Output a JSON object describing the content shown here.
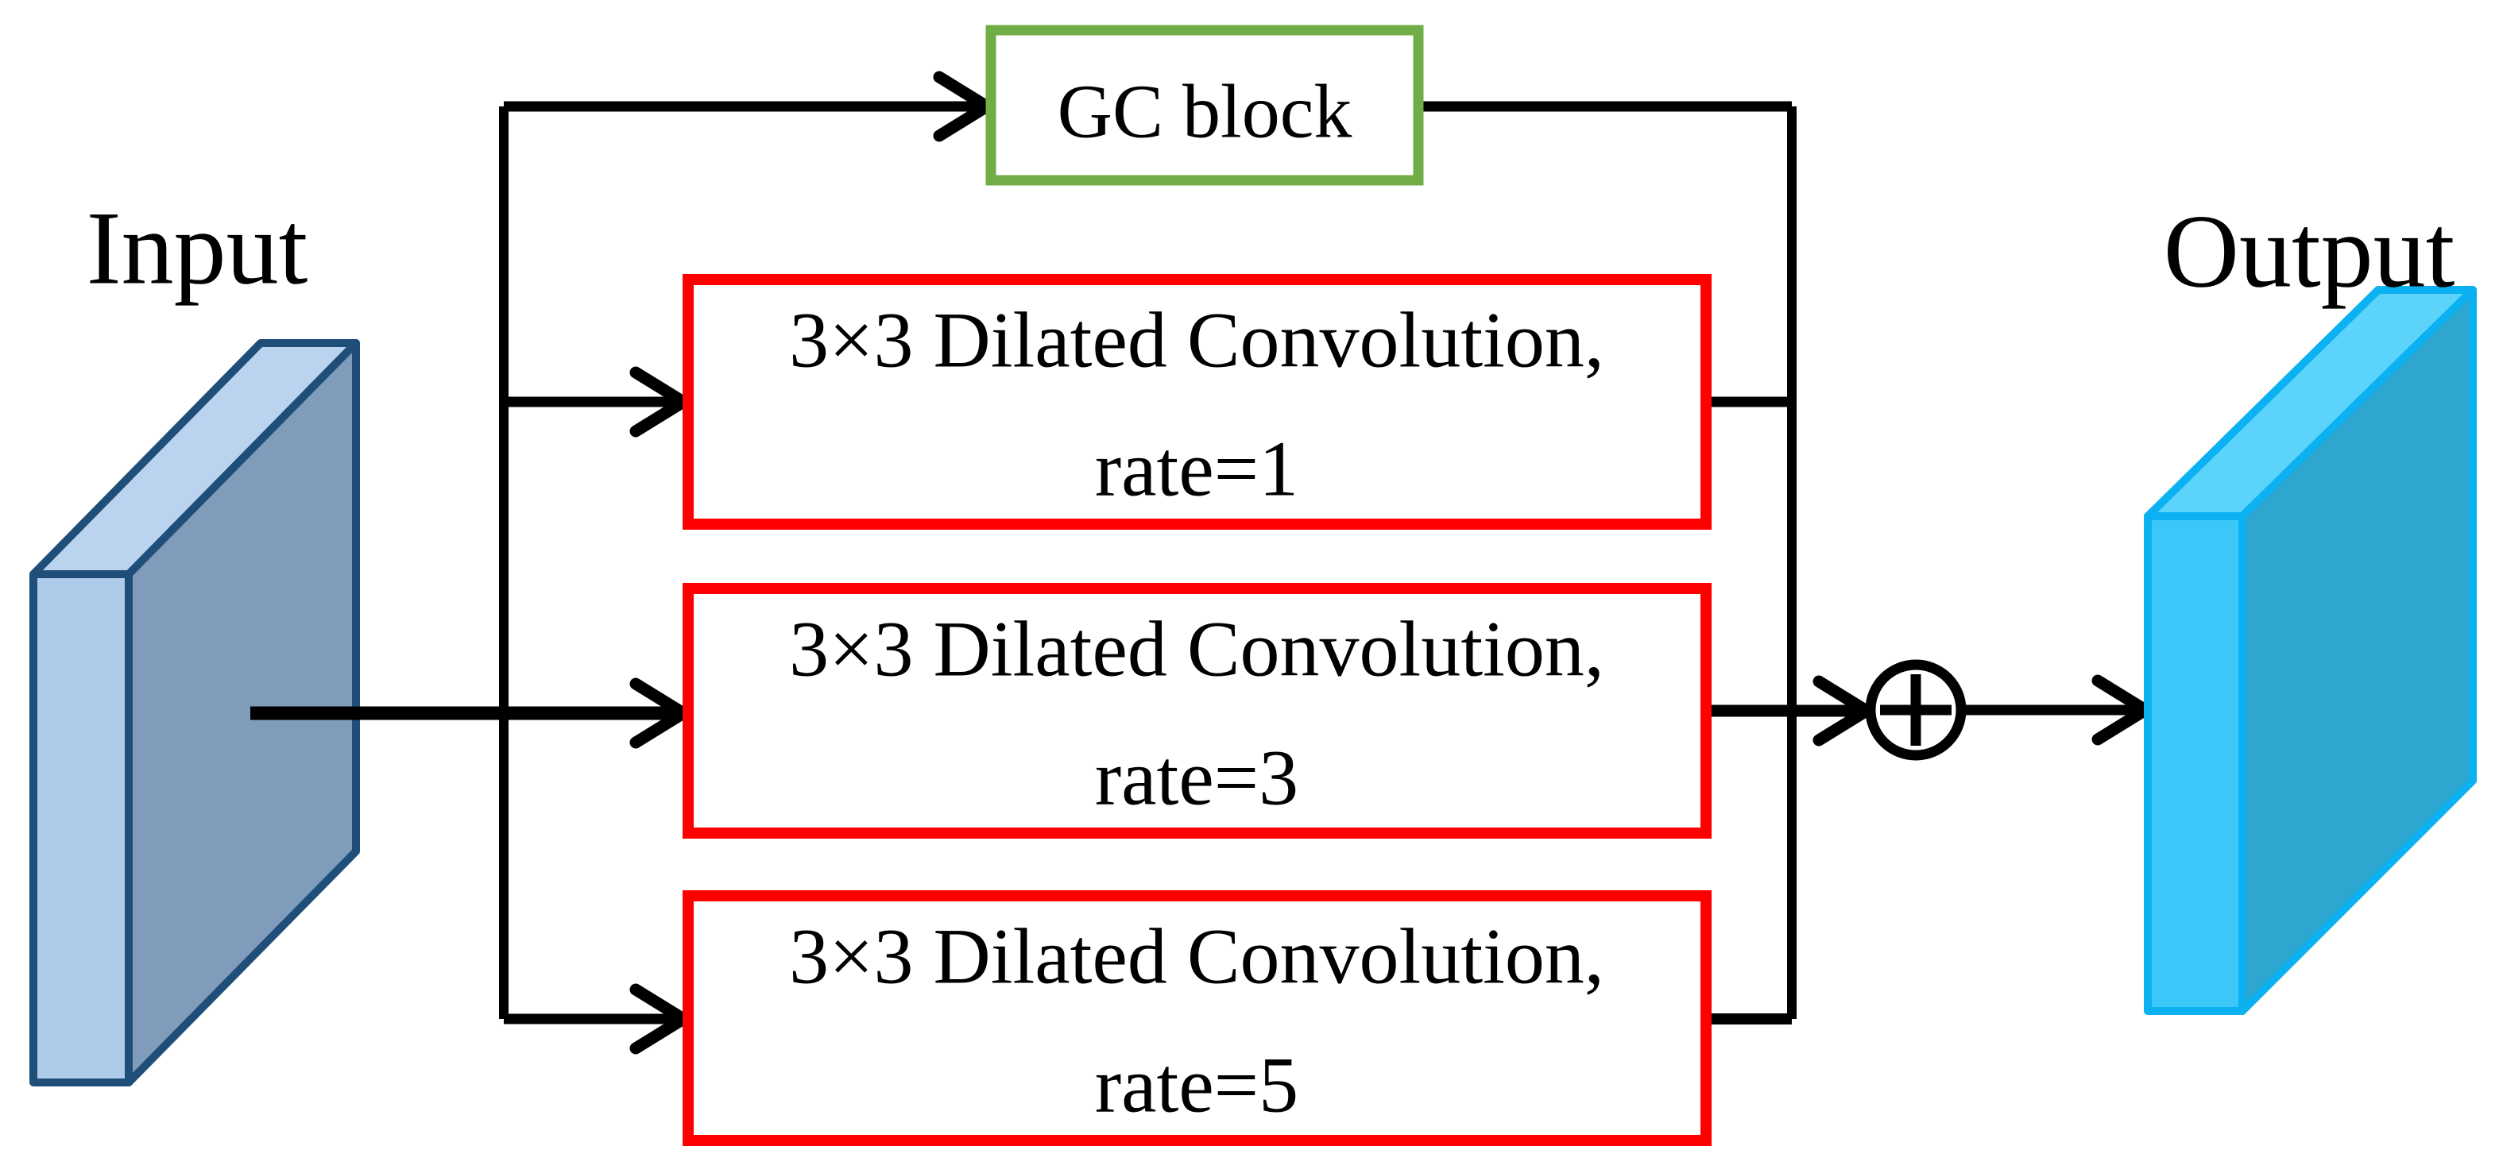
{
  "diagram": {
    "input_label": "Input",
    "output_label": "Output",
    "gc_block": {
      "label": "GC block"
    },
    "conv_branches": [
      {
        "line1": "3×3 Dilated Convolution,",
        "line2": "rate=1"
      },
      {
        "line1": "3×3 Dilated Convolution,",
        "line2": "rate=3"
      },
      {
        "line1": "3×3 Dilated Convolution,",
        "line2": "rate=5"
      }
    ],
    "icons": {
      "sum": "circled-plus",
      "arrowhead": "chevron-right"
    },
    "colors": {
      "background": "#FFFFFF",
      "line_black": "#000000",
      "text": "#000000",
      "red_box_border": "#FF0000",
      "gc_border_green": "#70AD47",
      "box_fill": "#FFFFFF",
      "input_front": "#AECBEA",
      "input_top": "#BAD3EE",
      "input_side": "#7F9DBB",
      "input_stroke": "#1F4E79",
      "output_front": "#3BC8F8",
      "output_top": "#5BD3FA",
      "output_side": "#2EA6CF",
      "output_stroke": "#0BB1F0"
    }
  }
}
